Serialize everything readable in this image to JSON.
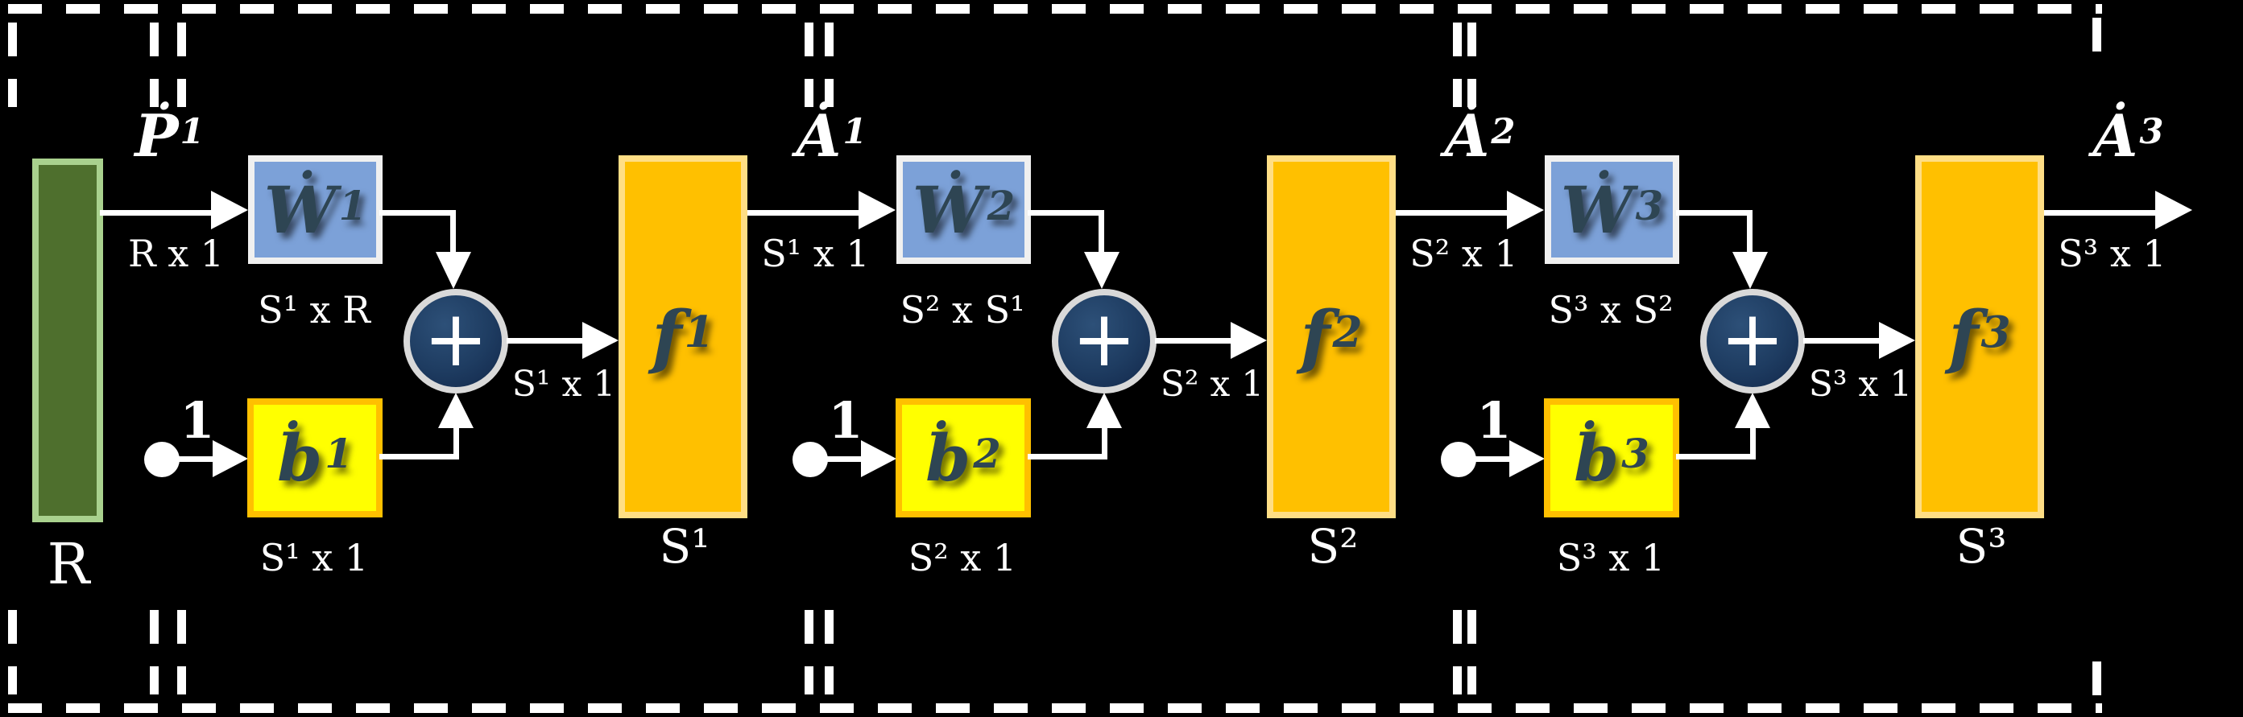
{
  "diagram": {
    "colors": {
      "background": "#000000",
      "input_fill": "#4E6F2D",
      "input_border": "#A9D18E",
      "weight_fill": "#7CA1D8",
      "weight_border": "#F0F0F0",
      "bias_fill": "#FFFF00",
      "bias_border": "#FFC000",
      "transfer_fill": "#FFC000",
      "transfer_border": "#FFDE85",
      "sum_fill": "#1E3C61",
      "sum_ring": "#D9D9D9",
      "glyph_color": "#2E4553",
      "line_color": "#FFFFFF"
    },
    "input": {
      "size_label": "R",
      "signal": {
        "base": "Ṗ",
        "sup": "1"
      },
      "signal_dim": "R x 1"
    },
    "layers": [
      {
        "weight": {
          "base": "Ẇ",
          "sup": "1"
        },
        "weight_dim": "S¹ x R",
        "bias_input": "1",
        "bias": {
          "base": "ḃ",
          "sup": "1"
        },
        "bias_dim": "S¹ x 1",
        "sum_symbol": "+",
        "net_dim": "S¹ x 1",
        "transfer": {
          "base": "f",
          "sup": "1"
        },
        "transfer_size": "S¹",
        "output": {
          "base": "Ȧ",
          "sup": "1"
        },
        "output_dim": "S¹ x 1"
      },
      {
        "weight": {
          "base": "Ẇ",
          "sup": "2"
        },
        "weight_dim": "S² x S¹",
        "bias_input": "1",
        "bias": {
          "base": "ḃ",
          "sup": "2"
        },
        "bias_dim": "S² x 1",
        "sum_symbol": "+",
        "net_dim": "S² x 1",
        "transfer": {
          "base": "f",
          "sup": "2"
        },
        "transfer_size": "S²",
        "output": {
          "base": "Ȧ",
          "sup": "2"
        },
        "output_dim": "S² x 1"
      },
      {
        "weight": {
          "base": "Ẇ",
          "sup": "3"
        },
        "weight_dim": "S³ x S²",
        "bias_input": "1",
        "bias": {
          "base": "ḃ",
          "sup": "3"
        },
        "bias_dim": "S³ x 1",
        "sum_symbol": "+",
        "net_dim": "S³ x 1",
        "transfer": {
          "base": "f",
          "sup": "3"
        },
        "transfer_size": "S³",
        "output": {
          "base": "Ȧ",
          "sup": "3"
        },
        "output_dim": "S³ x 1"
      }
    ]
  }
}
